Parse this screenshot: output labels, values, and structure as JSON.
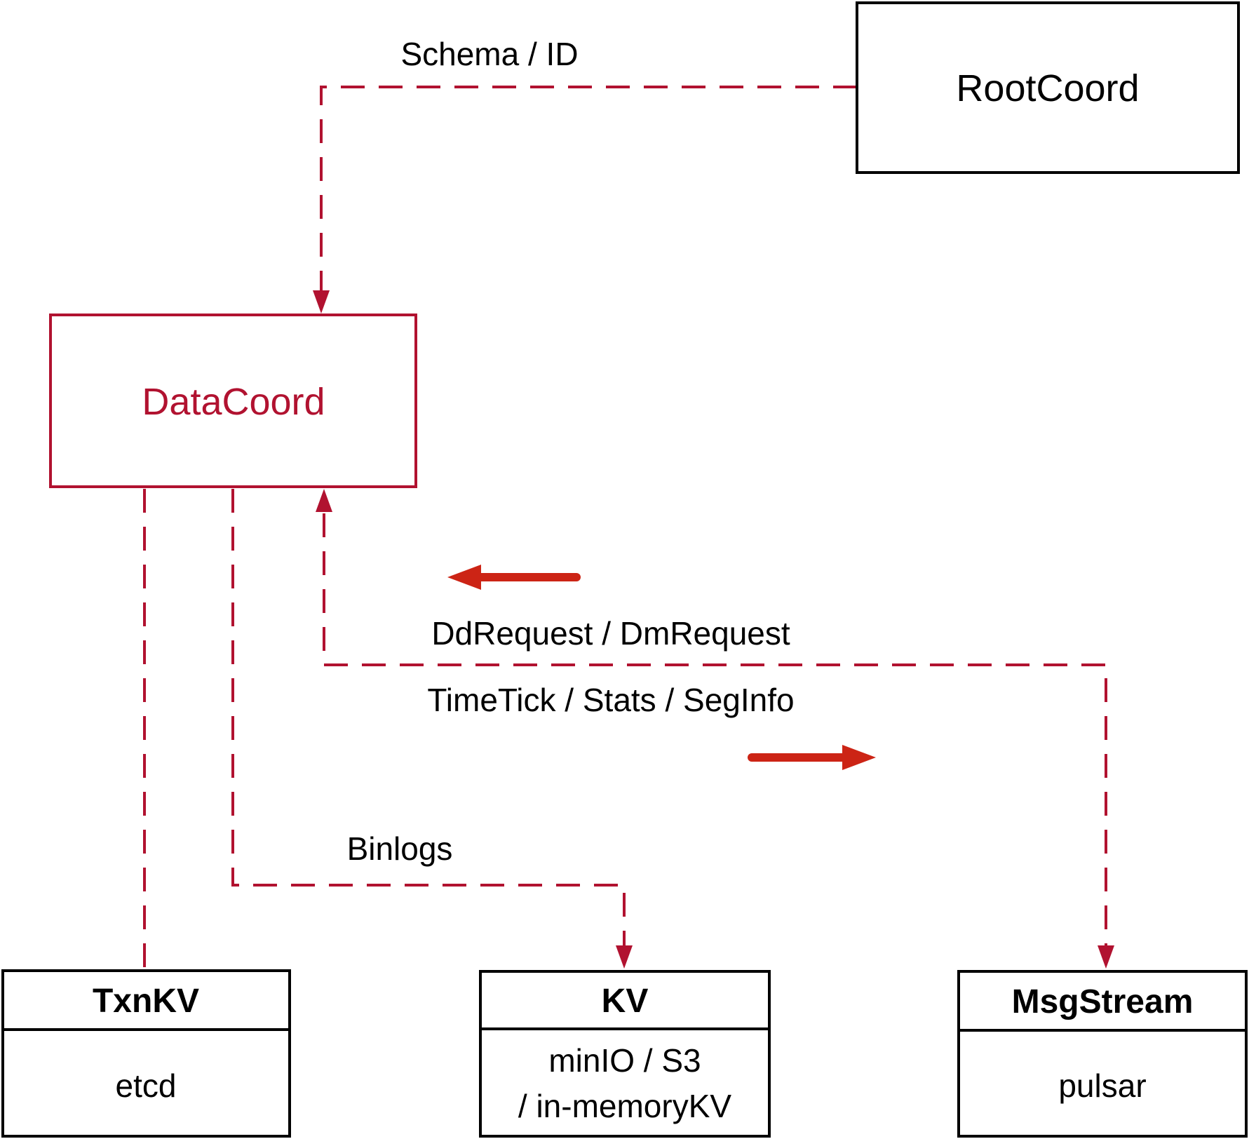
{
  "colors": {
    "line_crimson": "#b11230",
    "solid_arrow_red": "#cc2415",
    "box_border_black": "#000000",
    "background": "#ffffff"
  },
  "nodes": {
    "rootcoord": {
      "label": "RootCoord"
    },
    "datacoord": {
      "label": "DataCoord"
    },
    "txnkv": {
      "title": "TxnKV",
      "impl": "etcd"
    },
    "kv": {
      "title": "KV",
      "impl_line1": "minIO / S3",
      "impl_line2": "/ in-memoryKV"
    },
    "msgstream": {
      "title": "MsgStream",
      "impl": "pulsar"
    }
  },
  "edges": {
    "schema_id": {
      "label": "Schema / ID",
      "from": "rootcoord",
      "to": "datacoord",
      "style": "dashed"
    },
    "datacoord_txnkv": {
      "label": "",
      "from": "datacoord",
      "to": "txnkv",
      "style": "dashed"
    },
    "binlogs": {
      "label": "Binlogs",
      "from": "datacoord",
      "to": "kv",
      "style": "dashed"
    },
    "dd_dm_request": {
      "label": "DdRequest / DmRequest",
      "from": "msgstream",
      "to": "datacoord",
      "style": "dashed-bidirectional"
    },
    "timetick_stats_seginfo": {
      "label": "TimeTick / Stats / SegInfo",
      "from": "datacoord",
      "to": "msgstream",
      "style": "dashed-bidirectional"
    }
  }
}
